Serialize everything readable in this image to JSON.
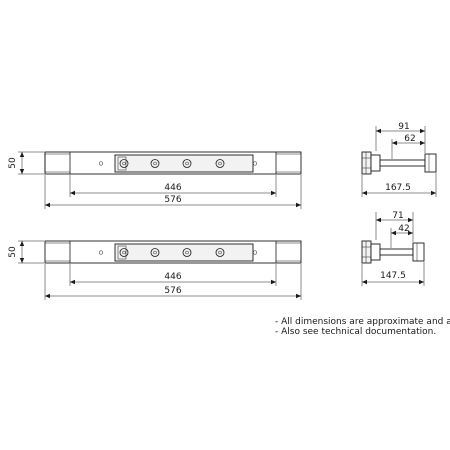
{
  "views": {
    "top": {
      "height_label": "50",
      "inner_length_label": "446",
      "overall_length_label": "576",
      "side": {
        "dim_outer": "91",
        "dim_inner": "62",
        "dim_length": "167.5"
      }
    },
    "bottom": {
      "height_label": "50",
      "inner_length_label": "446",
      "overall_length_label": "576",
      "side": {
        "dim_outer": "71",
        "dim_inner": "42",
        "dim_length": "147.5"
      }
    }
  },
  "notes": [
    "- All dimensions are approximate and are in",
    "- Also see technical documentation."
  ],
  "colors": {
    "line": "#1a1a1a",
    "plate": "#f2f2f2",
    "background": "#ffffff"
  }
}
